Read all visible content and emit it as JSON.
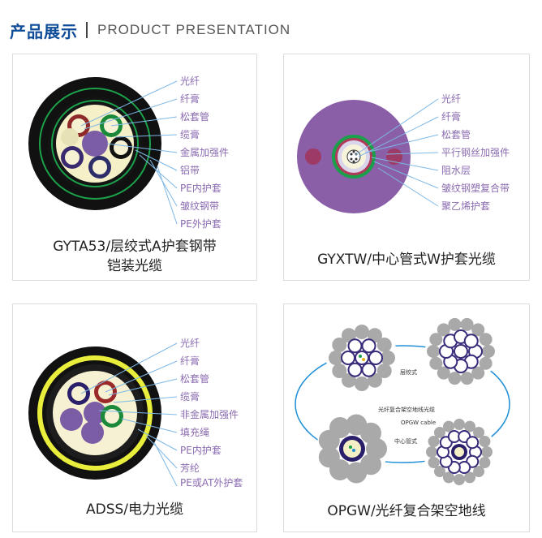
{
  "header": {
    "title_cn": "产品展示",
    "title_en": "PRODUCT PRESENTATION"
  },
  "products": [
    {
      "caption_line1": "GYTA53/层绞式A护套钢带",
      "caption_line2": "铠装光缆",
      "labels": [
        "光纤",
        "纤膏",
        "松套管",
        "缆膏",
        "金属加强件",
        "铝带",
        "PE内护套",
        "皱纹钢带",
        "PE外护套"
      ]
    },
    {
      "caption_line1": "GYXTW/中心管式W护套光缆",
      "labels": [
        "光纤",
        "纤膏",
        "松套管",
        "平行钢丝加强件",
        "阻水层",
        "皱纹钢塑复合带",
        "聚乙烯护套"
      ]
    },
    {
      "caption_line1": "ADSS/电力光缆",
      "labels": [
        "光纤",
        "纤膏",
        "松套管",
        "缆膏",
        "非金属加强件",
        "填充绳",
        "PE内护套",
        "芳纶",
        "PE或AT外护套"
      ]
    },
    {
      "caption_line1": "OPGW/光纤复合架空地线",
      "labels": [
        "层绞式",
        "光纤复合架空地线光缆",
        "OPGW cable",
        "中心管式"
      ]
    }
  ],
  "colors": {
    "brand_blue": "#0f4c97",
    "leader_blue": "#7fb8e6",
    "label_purple": "#8a6bb0",
    "cable_purple": "#8a5fa8"
  }
}
